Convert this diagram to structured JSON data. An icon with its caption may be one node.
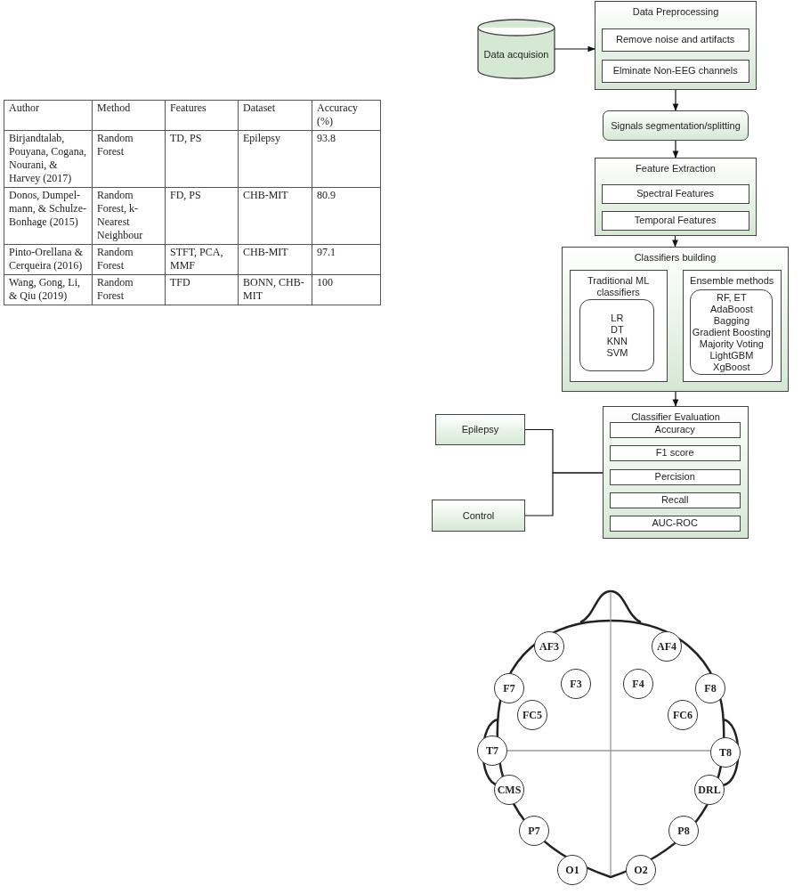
{
  "diagram": {
    "nodes": [
      {
        "text": [
          "Data acquision"
        ]
      },
      {
        "text": [
          "Data Preprocessing"
        ]
      },
      {
        "text": [
          "Remove noise and artifacts"
        ],
        "in": 1
      },
      {
        "text": [
          "Elminate Non-EEG channels"
        ],
        "in": 1
      },
      {
        "text": [
          "Signals segmentation/splitting"
        ]
      },
      {
        "text": [
          "Feature Extraction"
        ]
      },
      {
        "text": [
          "Spectral Features"
        ],
        "in": 5
      },
      {
        "text": [
          "Temporal Features"
        ],
        "in": 5
      },
      {
        "text": [
          "Classifiers building"
        ]
      },
      {
        "text": [
          "Traditional ML classifiers"
        ],
        "in": 8
      },
      {
        "text": [
          "LR",
          "DT",
          "KNN",
          "SVM"
        ],
        "in": 9
      },
      {
        "text": [
          "Ensemble methods"
        ],
        "in": 8
      },
      {
        "text": [
          "RF, ET",
          "AdaBoost",
          "Bagging",
          "Gradient Boosting",
          "Majority Voting",
          "LightGBM",
          "XgBoost"
        ],
        "in": 11
      },
      {
        "text": [
          "Classifier Evaluation"
        ]
      },
      {
        "text": [
          "Accuracy"
        ],
        "in": 13
      },
      {
        "text": [
          "F1 score"
        ],
        "in": 13
      },
      {
        "text": [
          "Percision"
        ],
        "in": 13
      },
      {
        "text": [
          "Recall"
        ],
        "in": 13
      },
      {
        "text": [
          "AUC-ROC"
        ],
        "in": 13
      },
      {
        "text": [
          "Epilepsy"
        ]
      },
      {
        "text": [
          "Control"
        ]
      },
      {
        "text": [
          "AF3"
        ]
      },
      {
        "text": [
          "AF4"
        ]
      },
      {
        "text": [
          "F7"
        ]
      },
      {
        "text": [
          "F3"
        ]
      },
      {
        "text": [
          "F4"
        ]
      },
      {
        "text": [
          "F8"
        ]
      },
      {
        "text": [
          "FC5"
        ]
      },
      {
        "text": [
          "FC6"
        ]
      },
      {
        "text": [
          "T7"
        ]
      },
      {
        "text": [
          "T8"
        ]
      },
      {
        "text": [
          "CMS"
        ]
      },
      {
        "text": [
          "DRL"
        ]
      },
      {
        "text": [
          "P7"
        ]
      },
      {
        "text": [
          "P8"
        ]
      },
      {
        "text": [
          "O1"
        ]
      },
      {
        "text": [
          "O2"
        ]
      }
    ],
    "edges": [
      {
        "from": 0,
        "to": 1,
        "arrow": "to"
      },
      {
        "from": 1,
        "to": 4,
        "arrow": "to"
      },
      {
        "from": 4,
        "to": 5,
        "arrow": "to"
      },
      {
        "from": 5,
        "to": 8,
        "arrow": "to"
      },
      {
        "from": 8,
        "to": 13,
        "arrow": "to"
      },
      {
        "from": 19,
        "to": 13,
        "arrow": "none"
      },
      {
        "from": 20,
        "to": 13,
        "arrow": "none"
      }
    ],
    "labels": [
      "Author",
      "Method",
      "Features",
      "Dataset",
      "Accuracy (%)",
      "Birjandtalab, Pouyana, Cogana, Nourani, & Harvey (2017)",
      "Random Forest",
      "TD, PS",
      "Epilepsy",
      "93.8",
      "Donos, Dumpel-mann, & Schulze-Bonhage (2015)",
      "Random Forest, k-Nearest Neighbour",
      "FD, PS",
      "CHB-MIT",
      "80.9",
      "Pinto-Orellana & Cerqueira (2016)",
      "Random Forest",
      "STFT, PCA, MMF",
      "CHB-MIT",
      "97.1",
      "Wang, Gong, Li, & Qiu (2019)",
      "Random Forest",
      "TFD",
      "BONN, CHB-MIT",
      "100"
    ]
  }
}
